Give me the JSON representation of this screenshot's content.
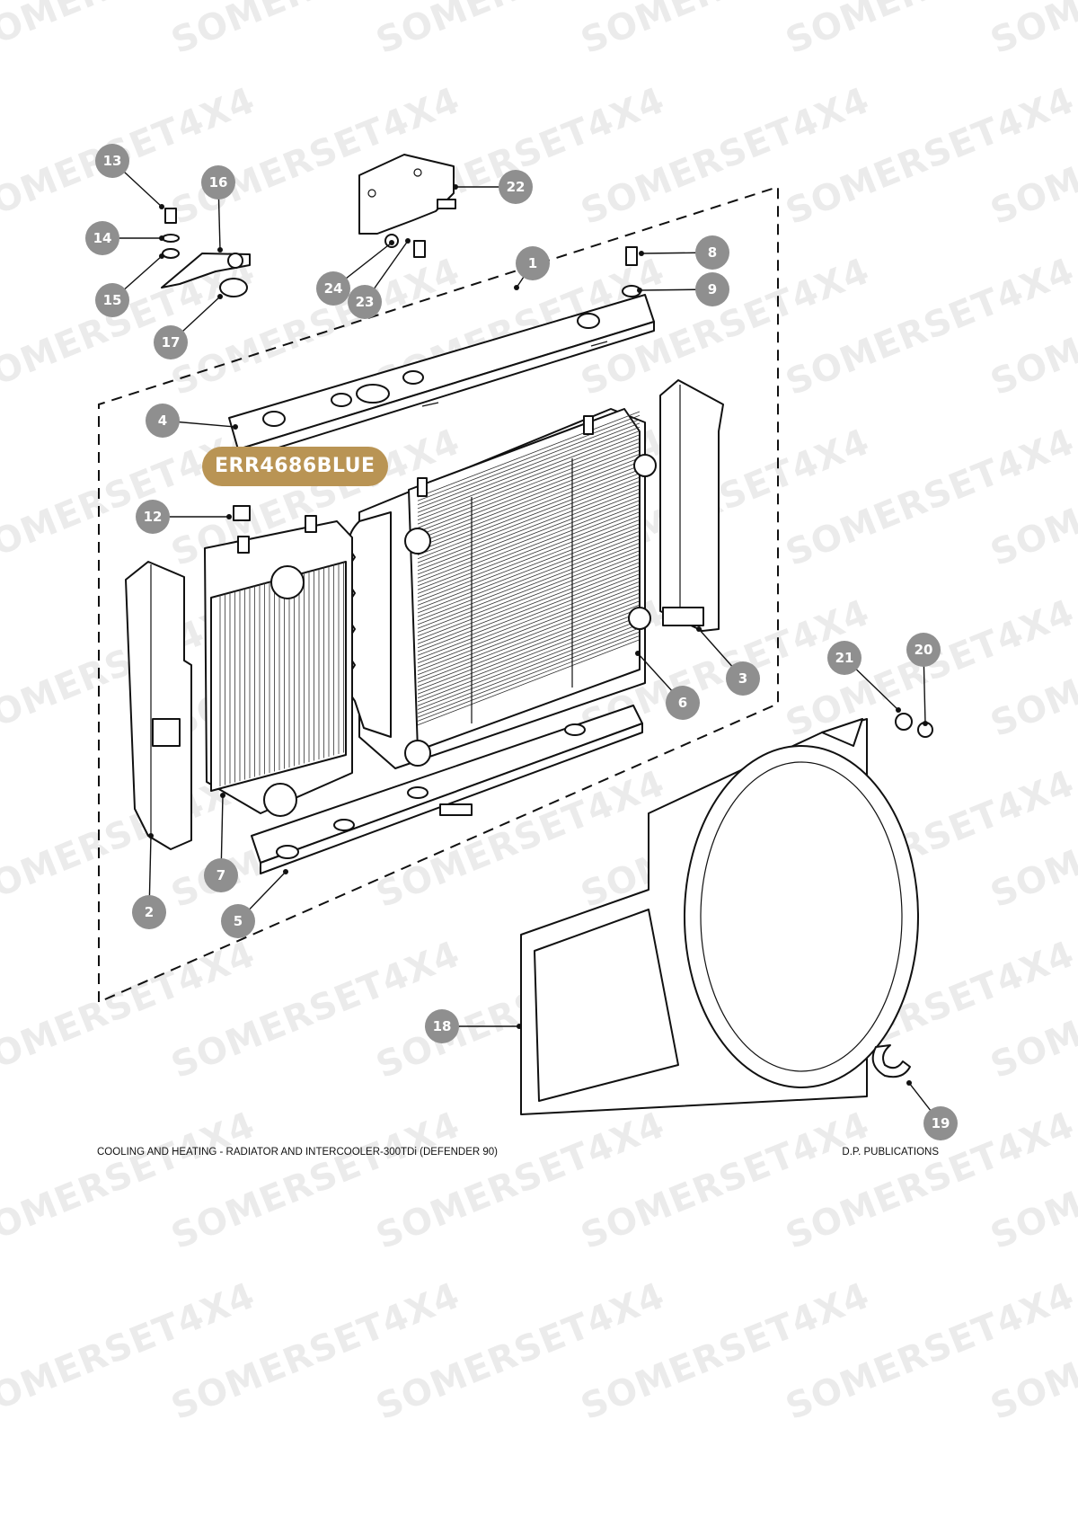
{
  "watermark": "SOMERSET4X4",
  "badge": {
    "label": "ERR4686BLUE",
    "color": "#b99454"
  },
  "footer": {
    "left": "COOLING AND HEATING - RADIATOR AND INTERCOOLER-300TDi (DEFENDER 90)",
    "right": "D.P. PUBLICATIONS"
  },
  "callouts": [
    "1",
    "2",
    "3",
    "4",
    "5",
    "6",
    "7",
    "8",
    "9",
    "12",
    "13",
    "14",
    "15",
    "16",
    "17",
    "18",
    "19",
    "20",
    "21",
    "22",
    "23",
    "24"
  ],
  "colors": {
    "callout": "#8f8f8f",
    "line": "#111111",
    "watermark": "#dcdcdc"
  }
}
